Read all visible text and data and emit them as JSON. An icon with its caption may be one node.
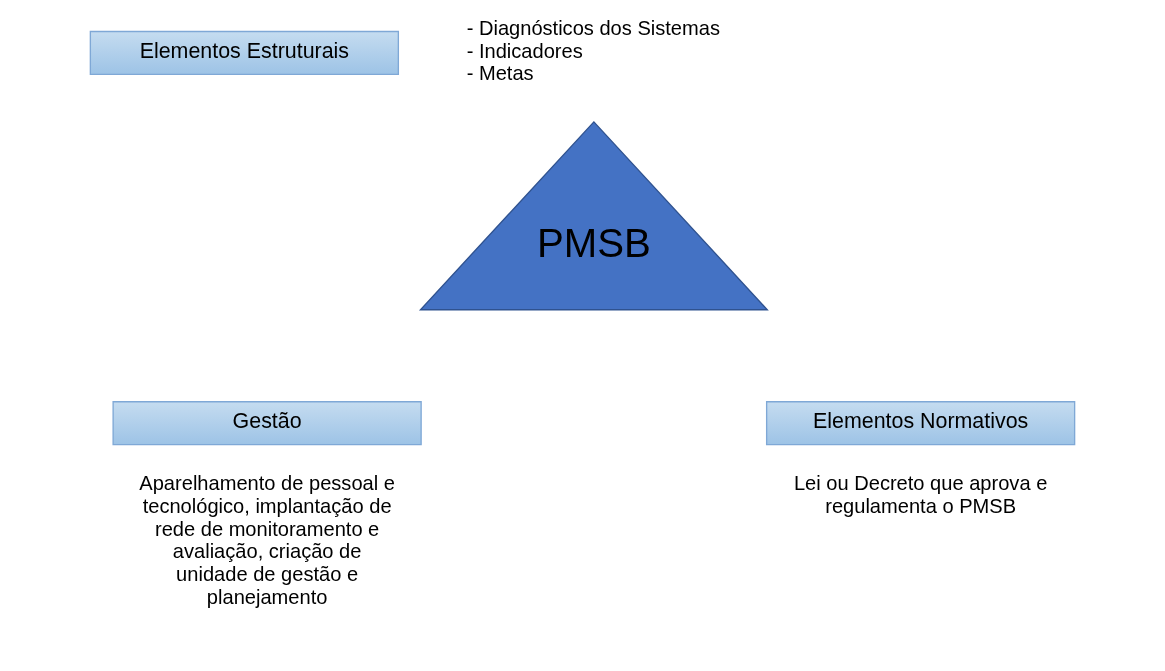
{
  "diagram": {
    "nodes": [
      {
        "text": [
          "PMSB"
        ]
      },
      {
        "text": [
          "Elementos Estruturais"
        ],
        "beside": [
          "- Diagnósticos dos Sistemas",
          "- Indicadores",
          "- Metas"
        ]
      },
      {
        "text": [
          "Gestão"
        ],
        "beside": [
          "Aparelhamento de pessoal e tecnológico, implantação de rede de monitoramento e avaliação, criação de unidade de gestão e planejamento"
        ]
      },
      {
        "text": [
          "Elementos Normativos"
        ],
        "beside": [
          "Lei ou Decreto que aprova e regulamenta o PMSB"
        ]
      }
    ]
  }
}
